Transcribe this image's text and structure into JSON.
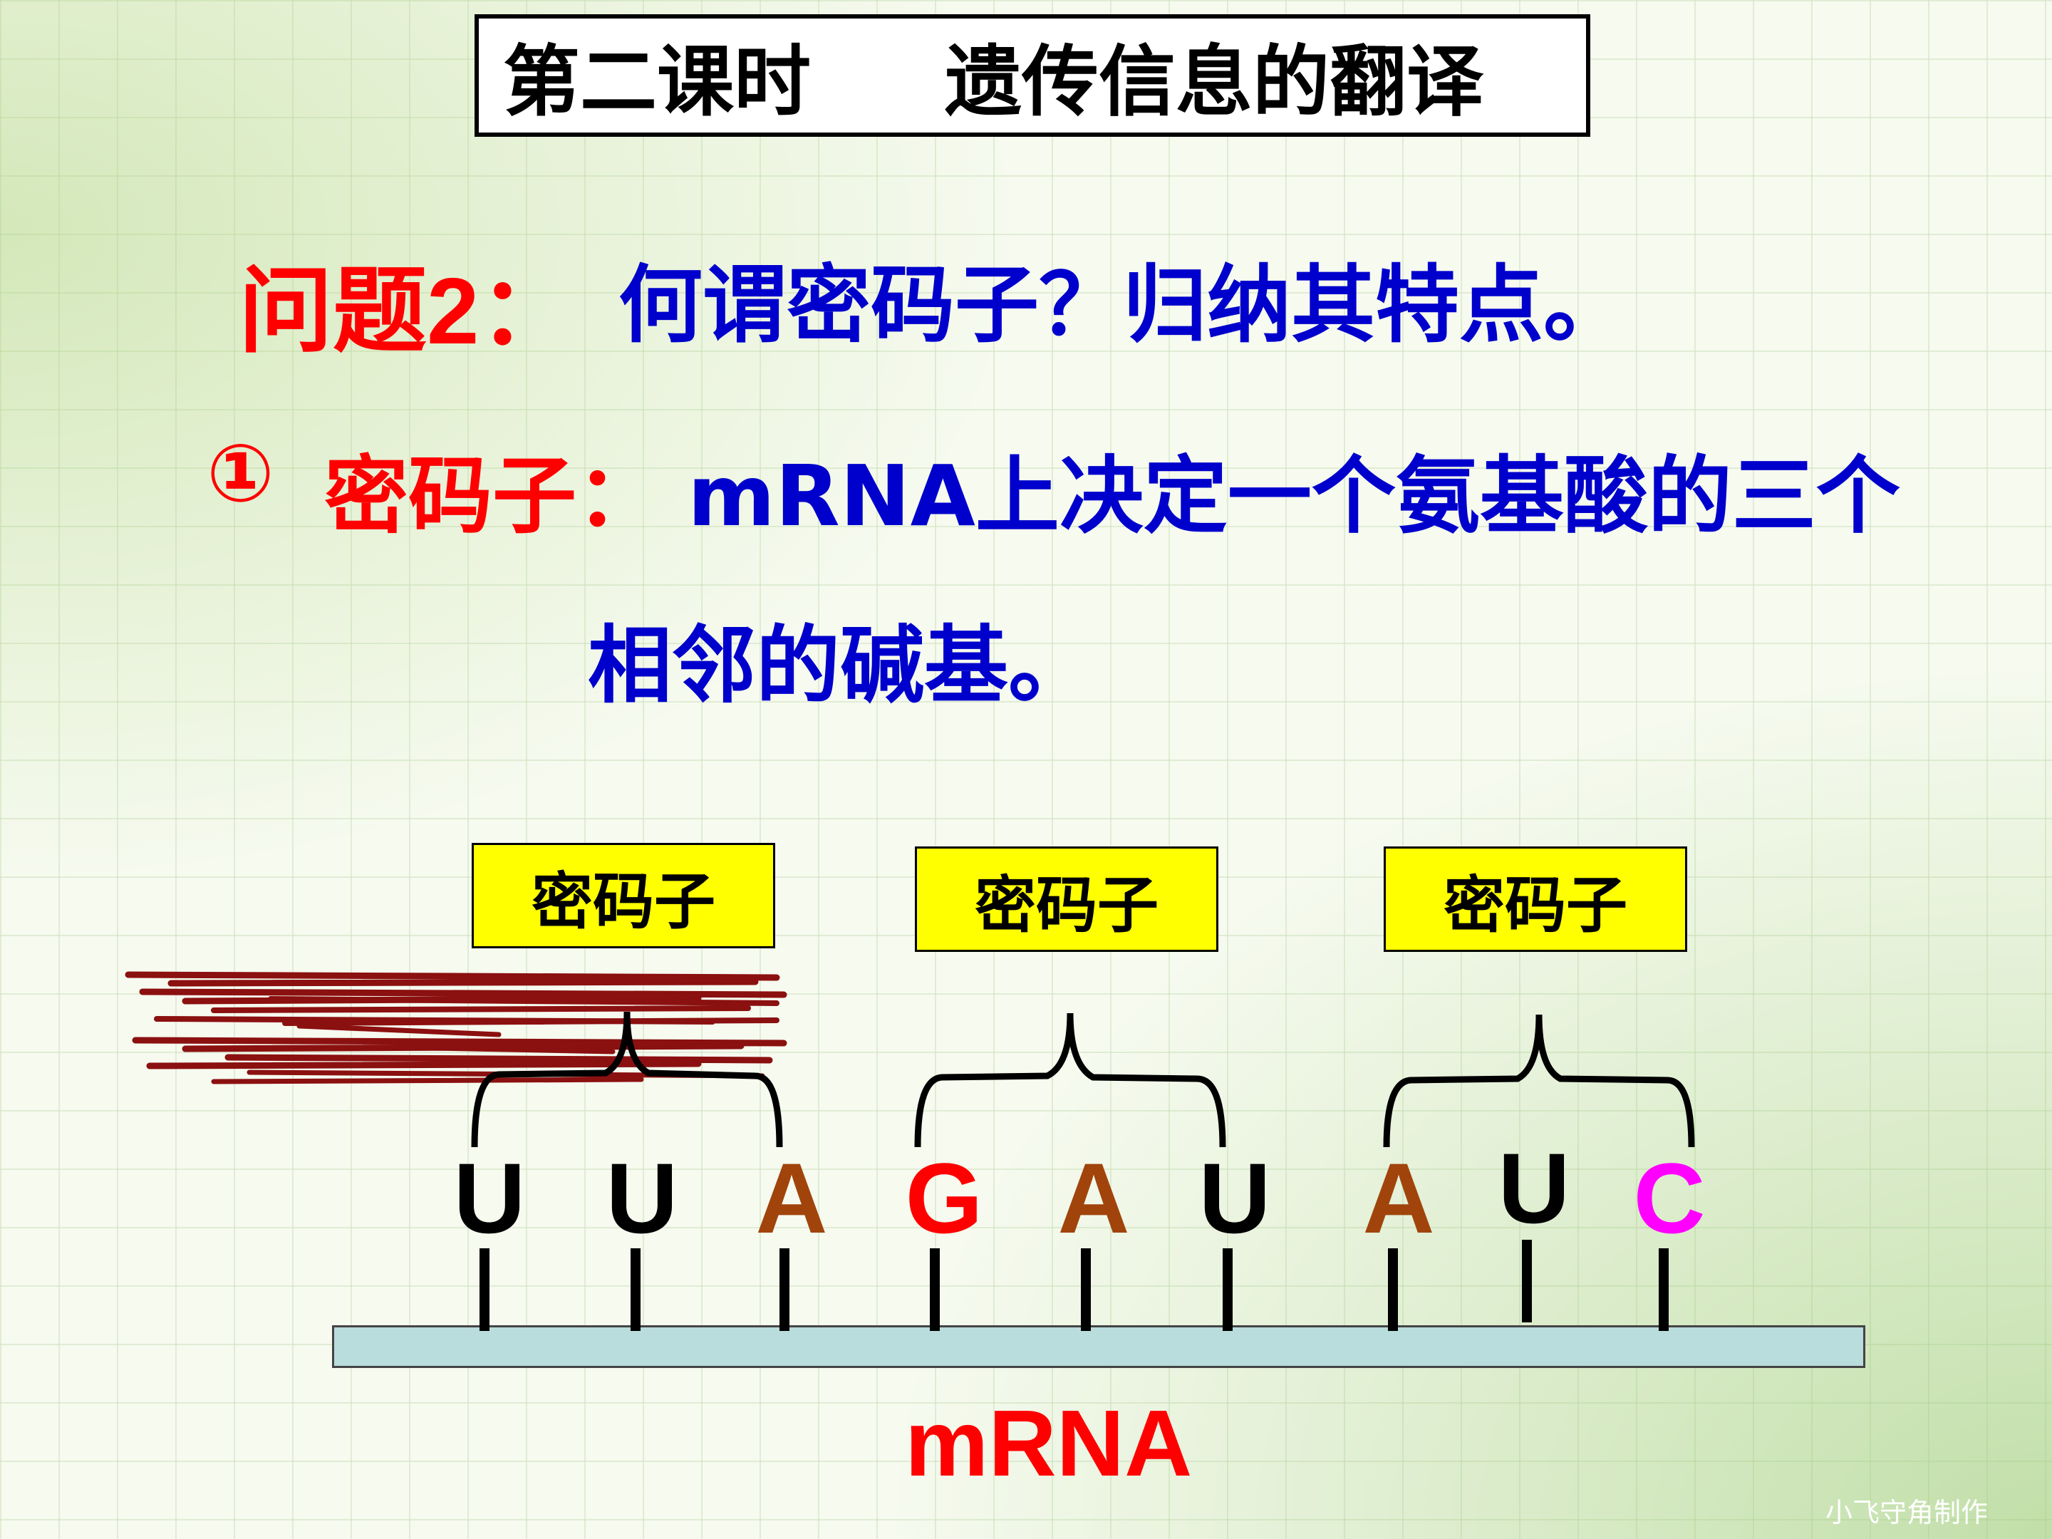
{
  "title": "第二课时     遗传信息的翻译",
  "question": {
    "label": "问题2：",
    "text": "何谓密码子？归纳其特点。"
  },
  "definition": {
    "number": "①",
    "term": "密码子：",
    "text_line1": "mRNA上决定一个氨基酸的三个",
    "text_line2": "相邻的碱基。"
  },
  "codon_labels": [
    "密码子",
    "密码子",
    "密码子"
  ],
  "bases": [
    {
      "letter": "U",
      "color": "#000000"
    },
    {
      "letter": "U",
      "color": "#000000"
    },
    {
      "letter": "A",
      "color": "#a0440c"
    },
    {
      "letter": "G",
      "color": "#ff0000"
    },
    {
      "letter": "A",
      "color": "#a0440c"
    },
    {
      "letter": "U",
      "color": "#000000"
    },
    {
      "letter": "A",
      "color": "#a0440c"
    },
    {
      "letter": "U",
      "color": "#000000"
    },
    {
      "letter": "C",
      "color": "#ff00ff"
    }
  ],
  "strand_label": "mRNA",
  "watermark": "小飞守角制作",
  "colors": {
    "question_label": "#ff0000",
    "blue_text": "#0000cc",
    "codon_box": "#ffff00",
    "strand": "#b9dcdc"
  }
}
